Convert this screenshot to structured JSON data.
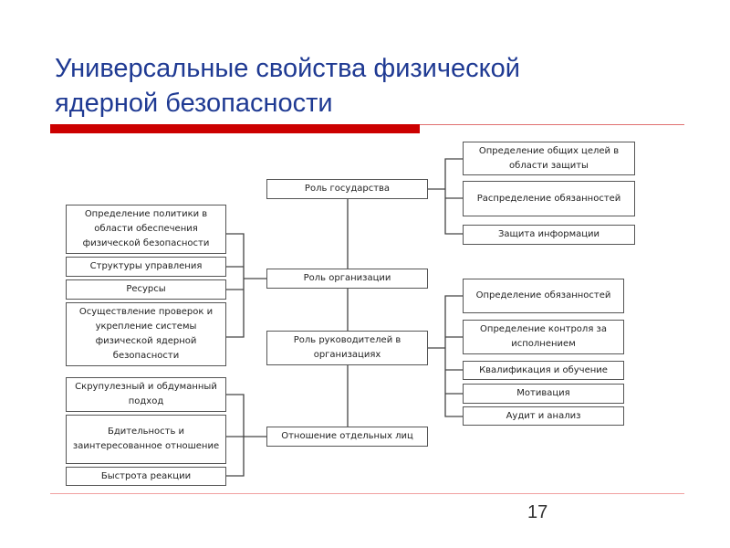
{
  "title": {
    "line1": "Универсальные свойства физической",
    "line2": "ядерной безопасности"
  },
  "page_number": "17",
  "center": [
    "Роль государства",
    "Роль организации",
    "Роль руководителей в организациях",
    "Отношение отдельных лиц"
  ],
  "left_org": [
    "Определение политики в области обеспечения физической безопасности",
    "Структуры управления",
    "Ресурсы",
    "Осуществление проверок и укрепление системы физической ядерной безопасности"
  ],
  "left_persons": [
    "Скрупулезный и обдуманный подход",
    "Бдительность и заинтересованное отношение",
    "Быстрота реакции"
  ],
  "right_state": [
    "Определение общих целей в области защиты",
    "Распределение обязанностей",
    "Защита информации"
  ],
  "right_managers": [
    "Определение обязанностей",
    "Определение контроля за исполнением",
    "Квалификация и обучение",
    "Мотивация",
    "Аудит и анализ"
  ]
}
